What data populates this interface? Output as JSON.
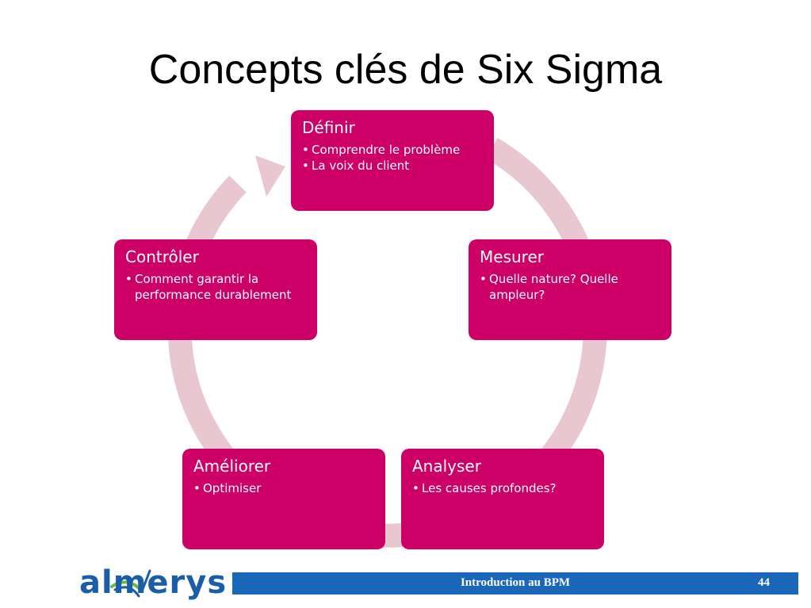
{
  "title": "Concepts clés de Six Sigma",
  "steps": [
    {
      "title": "Définir",
      "bullets": [
        "Comprendre le problème",
        "La voix du client"
      ]
    },
    {
      "title": "Mesurer",
      "bullets": [
        "Quelle nature? Quelle ampleur?"
      ]
    },
    {
      "title": "Analyser",
      "bullets": [
        "Les causes profondes?"
      ]
    },
    {
      "title": "Améliorer",
      "bullets": [
        "Optimiser"
      ]
    },
    {
      "title": "Contrôler",
      "bullets": [
        "Comment garantir la performance durablement"
      ]
    }
  ],
  "colors": {
    "box": "#cc0066",
    "ring": "#e8c7d0",
    "footer_bar": "#1a66b8",
    "logo": "#1a5ea8"
  },
  "footer": {
    "logo_text": "almerys",
    "caption": "Introduction au BPM",
    "page_number": "44"
  }
}
